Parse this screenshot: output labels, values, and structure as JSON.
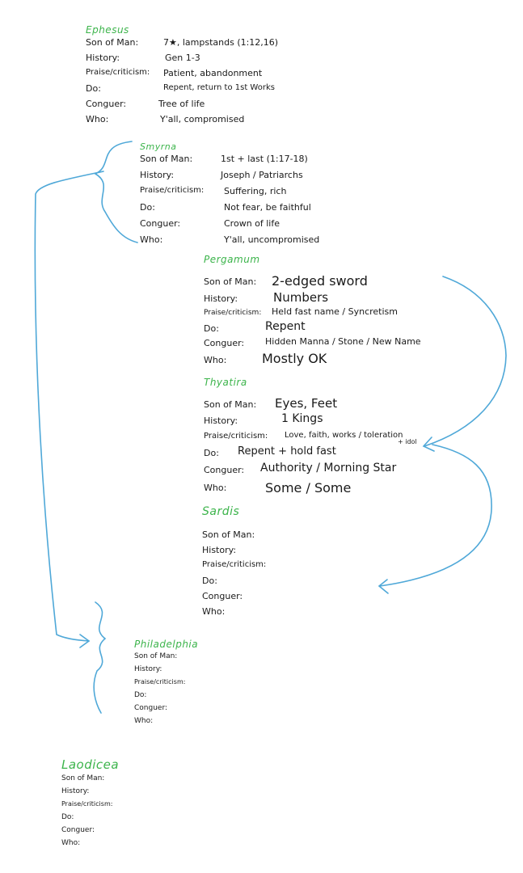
{
  "ephesus": {
    "title": "Ephesus",
    "rows": [
      {
        "label": "Son of Man:",
        "value": "7★, lampstands (1:12,16)"
      },
      {
        "label": "History:",
        "value": "Gen 1-3"
      },
      {
        "label": "Praise/criticism:",
        "value": "Patient, abandonment"
      },
      {
        "label": "Do:",
        "value": "Repent, return to 1st Works"
      },
      {
        "label": "Conguer:",
        "value": "Tree of life"
      },
      {
        "label": "Who:",
        "value": "Y'all, compromised"
      }
    ]
  },
  "smyrna": {
    "title": "Smyrna",
    "rows": [
      {
        "label": "Son of Man:",
        "value": "1st + last (1:17-18)"
      },
      {
        "label": "History:",
        "value": "Joseph / Patriarchs"
      },
      {
        "label": "Praise/criticism:",
        "value": "Suffering, rich"
      },
      {
        "label": "Do:",
        "value": "Not fear, be faithful"
      },
      {
        "label": "Conguer:",
        "value": "Crown of life"
      },
      {
        "label": "Who:",
        "value": "Y'all, uncompromised"
      }
    ]
  },
  "pergamum": {
    "title": "Pergamum",
    "rows": [
      {
        "label": "Son of Man:",
        "value": "2-edged sword"
      },
      {
        "label": "History:",
        "value": "Numbers"
      },
      {
        "label": "Praise/criticism:",
        "value": "Held fast name / Syncretism"
      },
      {
        "label": "Do:",
        "value": "Repent"
      },
      {
        "label": "Conguer:",
        "value": "Hidden Manna / Stone / New Name"
      },
      {
        "label": "Who:",
        "value": "Mostly OK"
      }
    ]
  },
  "thyatira": {
    "title": "Thyatira",
    "rows": [
      {
        "label": "Son of Man:",
        "value": "Eyes, Feet"
      },
      {
        "label": "History:",
        "value": "1 Kings"
      },
      {
        "label": "Praise/criticism:",
        "value": "Love, faith, works / toleration"
      },
      {
        "label": "Do:",
        "value": "Repent + hold fast"
      },
      {
        "label": "Conguer:",
        "value": "Authority / Morning Star"
      },
      {
        "label": "Who:",
        "value": "Some / Some"
      }
    ],
    "note": "+ idol"
  },
  "sardis": {
    "title": "Sardis",
    "rows": [
      {
        "label": "Son of Man:"
      },
      {
        "label": "History:"
      },
      {
        "label": "Praise/criticism:"
      },
      {
        "label": "Do:"
      },
      {
        "label": "Conguer:"
      },
      {
        "label": "Who:"
      }
    ]
  },
  "philadelphia": {
    "title": "Philadelphia",
    "rows": [
      {
        "label": "Son of Man:"
      },
      {
        "label": "History:"
      },
      {
        "label": "Praise/criticism:"
      },
      {
        "label": "Do:"
      },
      {
        "label": "Conguer:"
      },
      {
        "label": "Who:"
      }
    ]
  },
  "laodicea": {
    "title": "Laodicea",
    "rows": [
      {
        "label": "Son of Man:"
      },
      {
        "label": "History:"
      },
      {
        "label": "Praise/criticism:"
      },
      {
        "label": "Do:"
      },
      {
        "label": "Conguer:"
      },
      {
        "label": "Who:"
      }
    ]
  },
  "colors": {
    "title": "#3cb44b",
    "ink": "#1a1a1a",
    "arrow": "#4fa8d8"
  }
}
